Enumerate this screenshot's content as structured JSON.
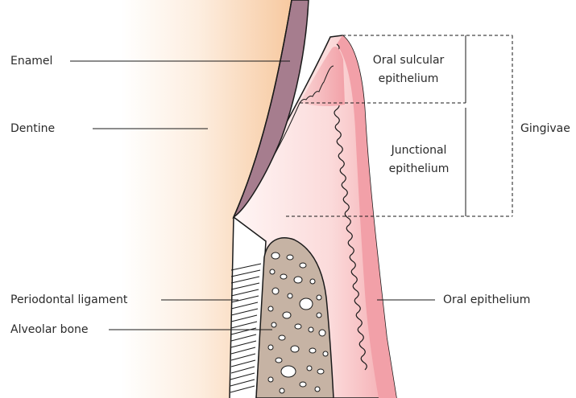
{
  "labels": {
    "enamel": "Enamel",
    "dentine": "Dentine",
    "periodontal_ligament": "Periodontal ligament",
    "alveolar_bone": "Alveolar bone",
    "oral_sulcular_epithelium": [
      "Oral sulcular",
      "epithelium"
    ],
    "junctional_epithelium": [
      "Junctional",
      "epithelium"
    ],
    "gingivae": "Gingivae",
    "oral_epithelium": "Oral epithelium"
  },
  "colors": {
    "enamel": "#a67d8e",
    "dentine_tint": "#f7c9a0",
    "gingiva_light": "#fde8e8",
    "gingiva_dark": "#ee8e98",
    "bone": "#c6b3a4",
    "ligament_fill": "#ffffff",
    "outline": "#1a1a1a"
  }
}
